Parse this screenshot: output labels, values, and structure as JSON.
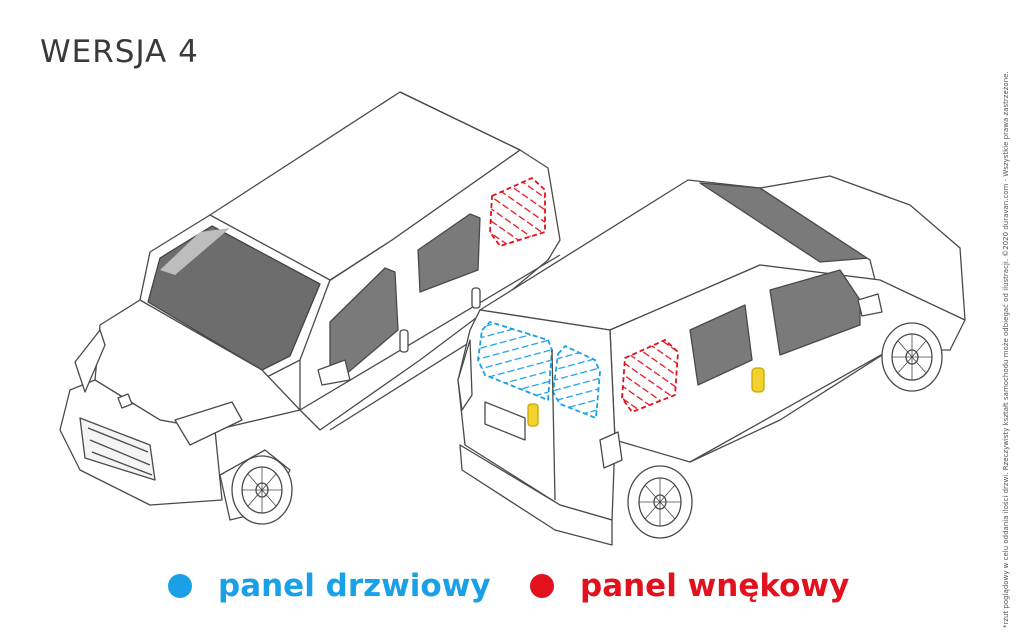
{
  "title": "WERSJA 4",
  "legend": [
    {
      "label": "panel drzwiowy",
      "color": "#1aa0e6"
    },
    {
      "label": "panel wnękowy",
      "color": "#e3101d"
    }
  ],
  "highlight_color": "#f2d22e",
  "disclaimer": "*rzut poglądowy w celu oddania ilości drzwi. Rzeczywisty kształt samochodu może odbiegać od ilustracji. ©2020 duravan.com - Wszystkie prawa zastrzeżone."
}
